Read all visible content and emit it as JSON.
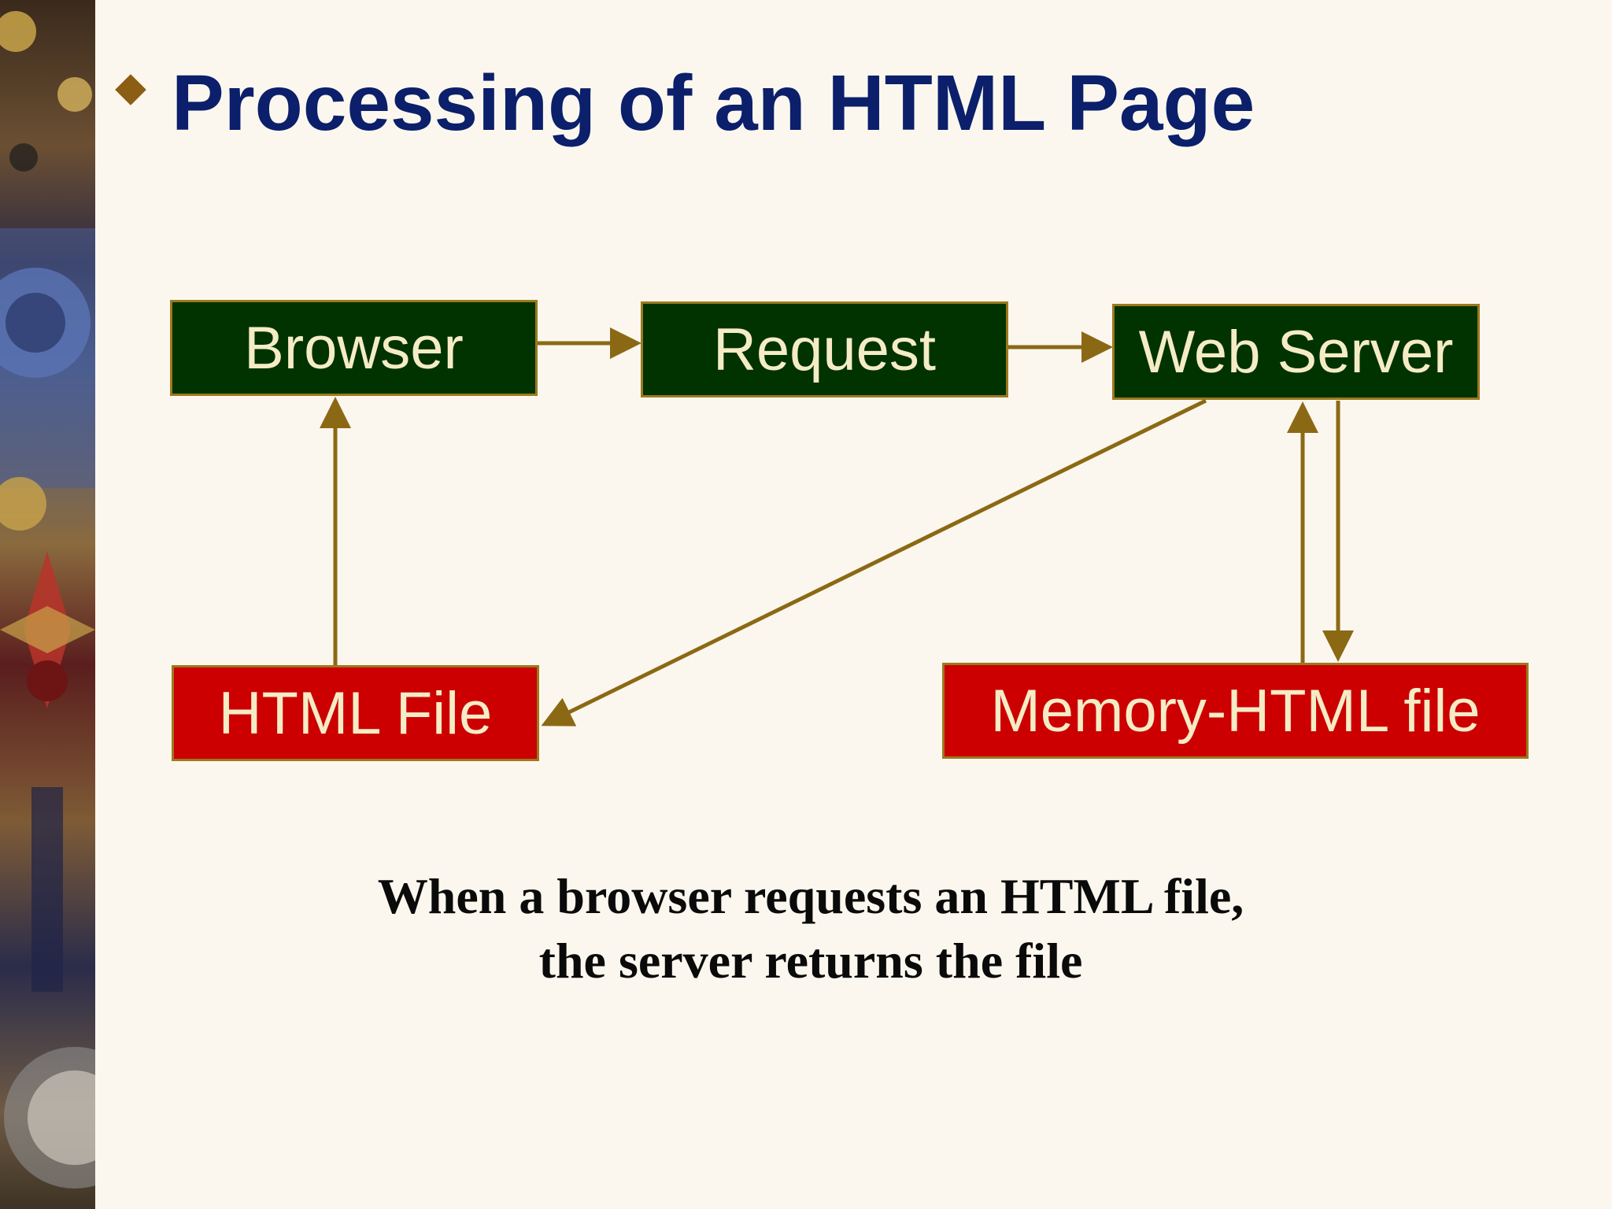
{
  "slide": {
    "title": "Processing of an HTML Page",
    "bullet_color": "#8b5e14"
  },
  "diagram": {
    "nodes": {
      "browser": "Browser",
      "request": "Request",
      "web_server": "Web Server",
      "html_file": "HTML File",
      "memory_html_file": "Memory-HTML file"
    },
    "colors": {
      "node_green": "#003300",
      "node_red": "#cc0000",
      "node_text": "#f5ecc6",
      "arrow": "#8b6914"
    },
    "edges": [
      {
        "from": "browser",
        "to": "request"
      },
      {
        "from": "request",
        "to": "web_server"
      },
      {
        "from": "web_server",
        "to": "html_file"
      },
      {
        "from": "memory_html_file",
        "to": "web_server"
      },
      {
        "from": "web_server",
        "to": "memory_html_file"
      },
      {
        "from": "html_file",
        "to": "browser"
      }
    ]
  },
  "caption": {
    "line1": "When a browser requests an HTML file,",
    "line2": "the server returns the file"
  }
}
